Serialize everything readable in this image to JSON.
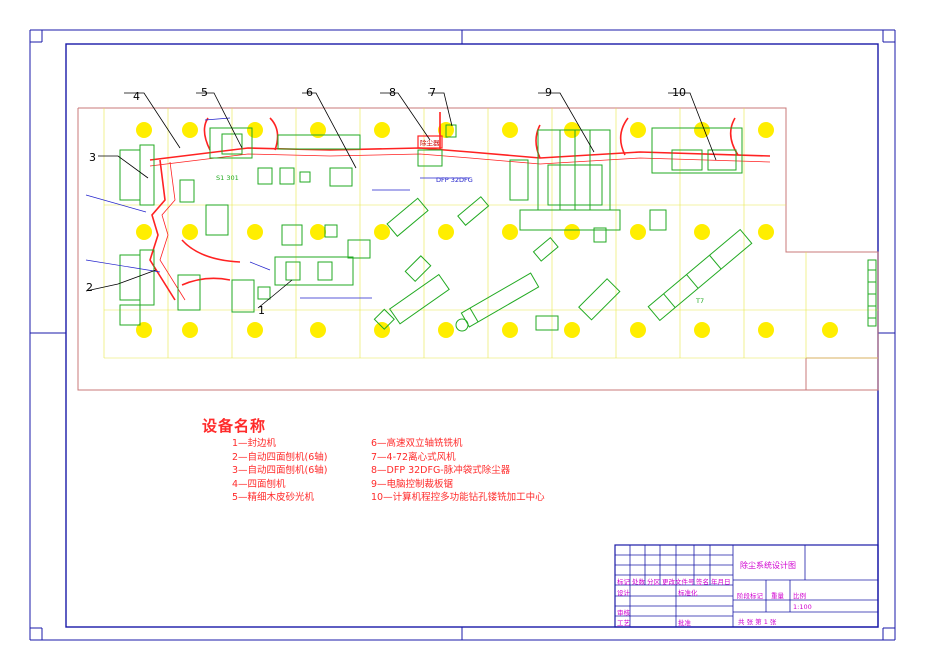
{
  "legend": {
    "title": "设备名称",
    "items_left": [
      "1—封边机",
      "2—自动四面刨机(6轴)",
      "3—自动四面刨机(6轴)",
      "4—四面刨机",
      "5—精细木皮砂光机"
    ],
    "items_right": [
      "6—高速双立轴铣铣机",
      "7—4-72离心式风机",
      "8—DFP 32DFG-脉冲袋式除尘器",
      "9—电脑控制裁板锯",
      "10—计算机程控多功能钻孔镂铣加工中心"
    ]
  },
  "callouts": [
    "1",
    "2",
    "3",
    "4",
    "5",
    "6",
    "7",
    "8",
    "9",
    "10"
  ],
  "device_labels": {
    "dust_collector": "除尘器",
    "dfp": "DFP 32DFG",
    "s1": "S1 301",
    "t": "T7"
  },
  "title_block": {
    "drawing_title": "除尘系统设计图",
    "row_labels": [
      "标记",
      "处数",
      "分区",
      "更改文件号",
      "签名",
      "年月日"
    ],
    "design": "设计",
    "standard": "标准化",
    "review": "审核",
    "process": "工艺",
    "approve": "批准",
    "stage": "阶段标记",
    "weight": "重量",
    "scale": "比例",
    "scale_value": "1:100",
    "sheets": "共  张 第 1 张"
  },
  "colors": {
    "frame": "#1a1aa8",
    "line": "#22aa22",
    "duct": "#ff2222",
    "column": "#ffee00",
    "label": "#ff2b2b",
    "title_block": "#d000d0"
  }
}
